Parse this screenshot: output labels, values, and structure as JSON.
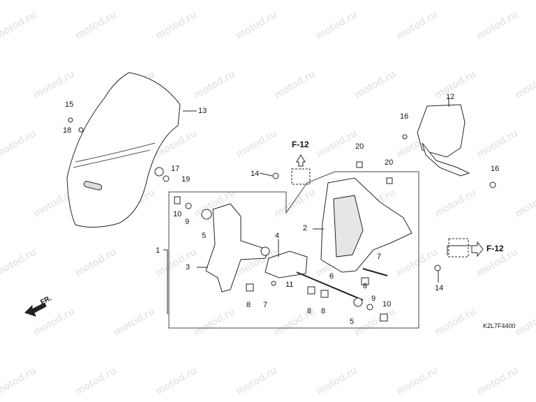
{
  "watermark": "motod.ru",
  "parts": [
    "1",
    "2",
    "3",
    "4",
    "5",
    "5",
    "6",
    "7",
    "7",
    "8",
    "8",
    "8",
    "8",
    "9",
    "9",
    "10",
    "10",
    "11",
    "12",
    "13",
    "14",
    "14",
    "15",
    "16",
    "16",
    "17",
    "18",
    "19",
    "20",
    "20"
  ],
  "refs": [
    "F-12",
    "F-12"
  ],
  "direction": "FR.",
  "diagram_code": "K2L7F4400",
  "colors": {
    "line": "#222222",
    "fill": "#ffffff",
    "shade": "#d9d9d9",
    "watermark": "#e6e6e6"
  }
}
